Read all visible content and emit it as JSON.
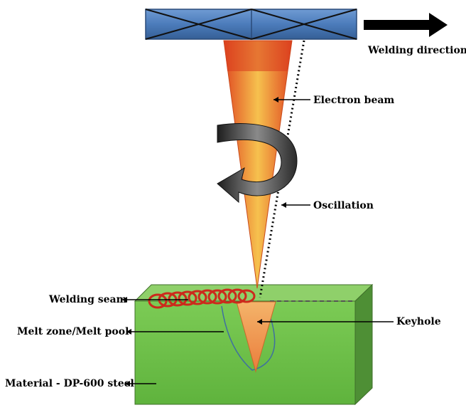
{
  "diagram": {
    "labels": {
      "welding_direction": "Welding direction",
      "electron_beam": "Electron beam",
      "oscillation": "Oscillation",
      "welding_seam": "Welding seam",
      "keyhole": "Keyhole",
      "melt_zone": "Melt zone/Melt pool",
      "material": "Material - DP-600 steel"
    },
    "colors": {
      "gun_fill": "#4f7fbd",
      "beam_outer": "#e8632a",
      "beam_inner": "#f6c14e",
      "block_front": "#6fc04b",
      "block_top": "#8fd06a",
      "block_side": "#4e8f35",
      "seam": "#cc2a1c",
      "keyhole": "#f29a52",
      "oscillation_arrow": "#3a3a3a"
    }
  }
}
